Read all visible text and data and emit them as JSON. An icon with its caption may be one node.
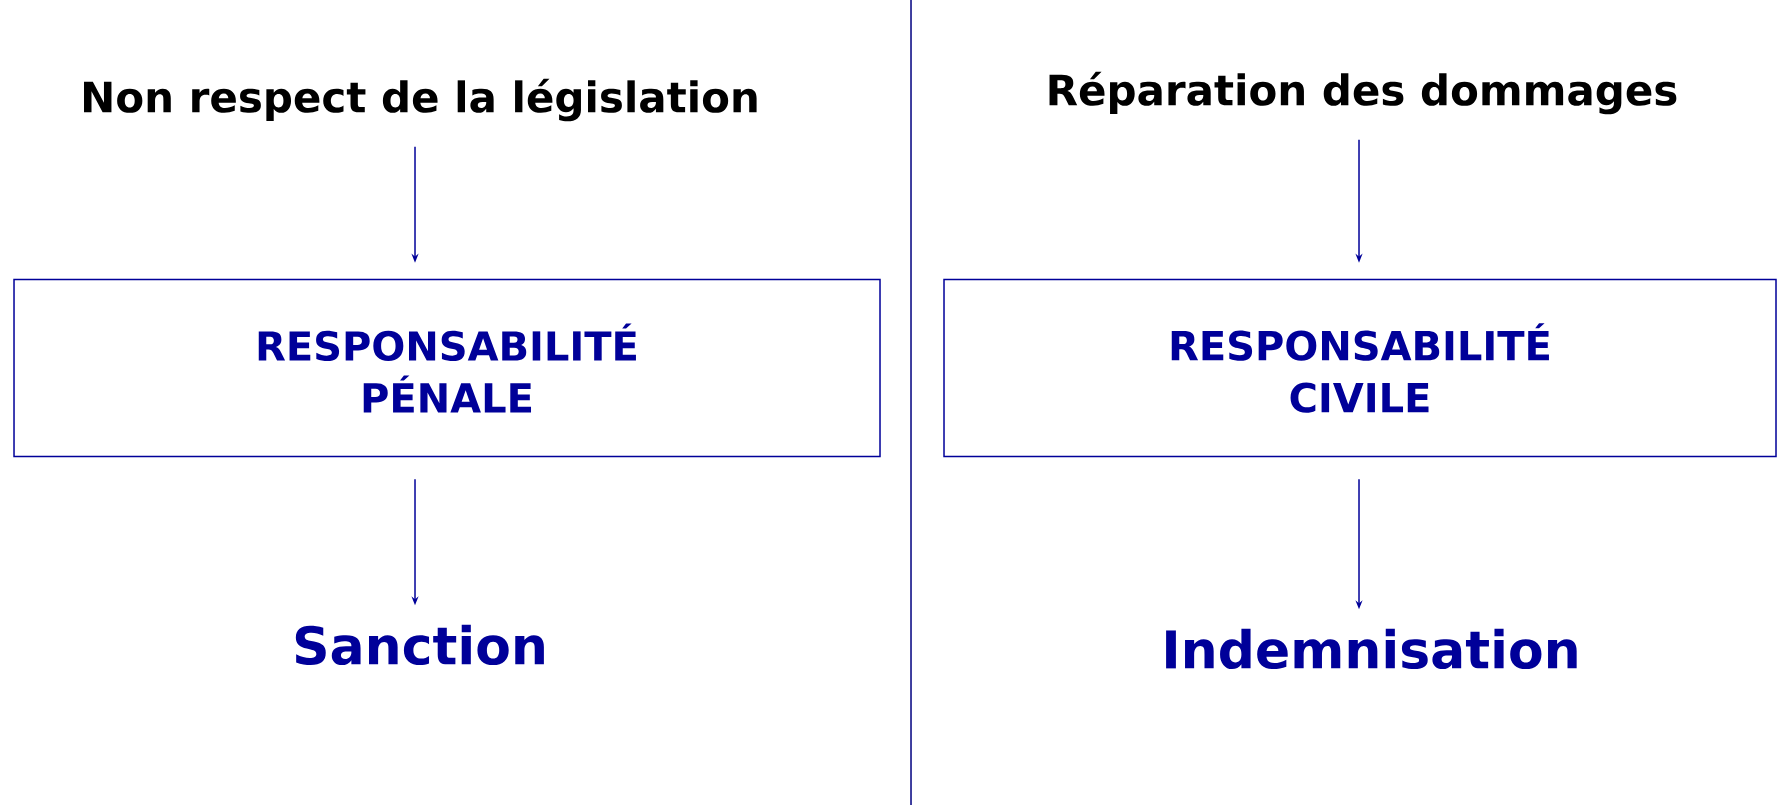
{
  "diagram": {
    "nodes": [
      {
        "text": [
          "Non respect de la législation"
        ]
      },
      {
        "text": [
          "RESPONSABILITÉ PÉNALE"
        ]
      },
      {
        "text": [
          "Sanction"
        ]
      },
      {
        "text": [
          "Réparation des dommages"
        ]
      },
      {
        "text": [
          "RESPONSABILITÉ CIVILE"
        ]
      },
      {
        "text": [
          "Indemnisation"
        ]
      }
    ],
    "edges": [
      {
        "from": 0,
        "to": 1,
        "arrow": "to"
      },
      {
        "from": 1,
        "to": 2,
        "arrow": "to"
      },
      {
        "from": 3,
        "to": 4,
        "arrow": "to"
      },
      {
        "from": 4,
        "to": 5,
        "arrow": "to"
      }
    ]
  }
}
